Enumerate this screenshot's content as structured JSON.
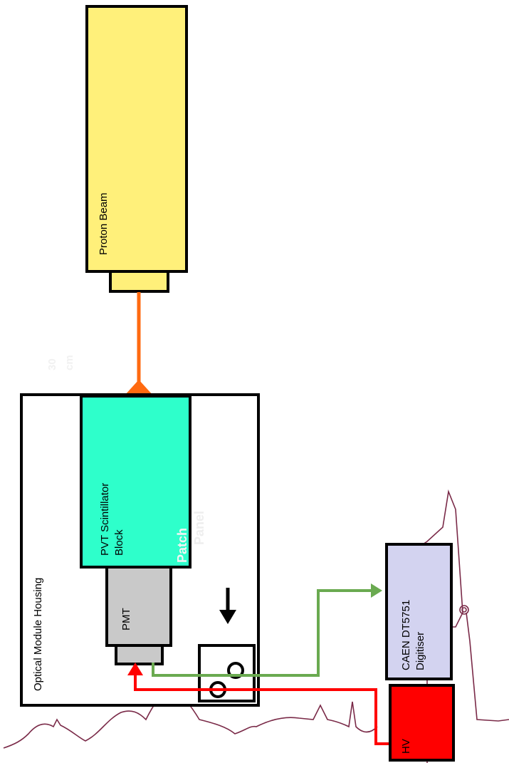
{
  "labels": {
    "proton_beam": "Proton Beam",
    "housing": "Optical Module Housing",
    "scintillator_line1": "PVT Scintillator",
    "scintillator_line2": "Block",
    "pmt": "PMT",
    "digitiser_line1": "CAEN DT5751",
    "digitiser_line2": "Digitiser",
    "hv": "HV",
    "patch_line1": "Patch",
    "patch_line2": "Panel",
    "distance_value": "30",
    "distance_unit": "cm"
  },
  "colors": {
    "beam_fill": "#fff07a",
    "scintillator_fill": "#2effcb",
    "pmt_fill": "#c9c9c9",
    "digitiser_fill": "#d3d3f0",
    "hv_fill": "#ff0000",
    "beam_line": "#ff6a10",
    "signal_line": "#6aaa50",
    "hv_line": "#ff0000",
    "skyline": "#7a2a48"
  }
}
